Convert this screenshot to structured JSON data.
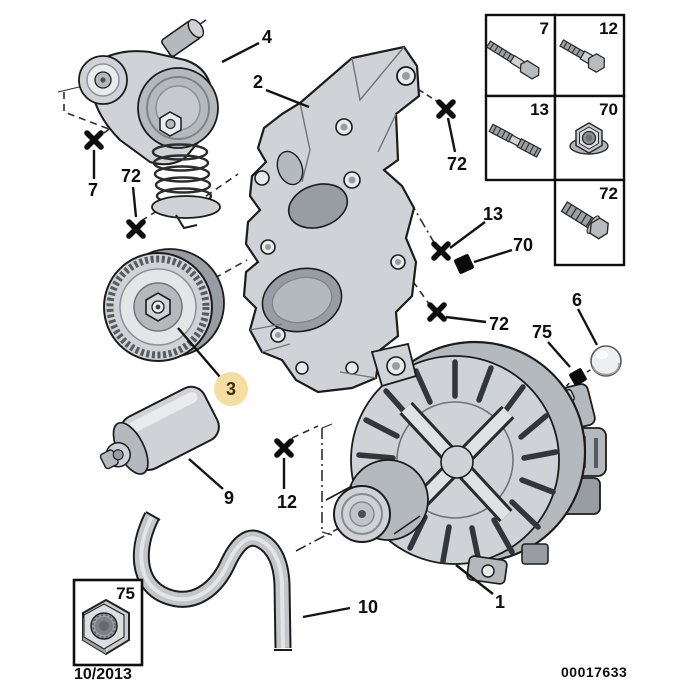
{
  "callouts": [
    {
      "label": "4",
      "part": "belt-tensioner"
    },
    {
      "label": "2",
      "part": "mounting-bracket"
    },
    {
      "label": "7",
      "part": "fixing-bolt"
    },
    {
      "label": "72",
      "part": "fixing-bolt"
    },
    {
      "label": "13",
      "part": "stud"
    },
    {
      "label": "70",
      "part": "flanged-nut"
    },
    {
      "label": "72",
      "part": "fixing-bolt"
    },
    {
      "label": "72",
      "part": "fixing-bolt"
    },
    {
      "label": "6",
      "part": "protective-cap"
    },
    {
      "label": "75",
      "part": "hex-nut"
    },
    {
      "label": "3",
      "part": "guide-pulley",
      "highlighted": true
    },
    {
      "label": "9",
      "part": "damper-cylinder"
    },
    {
      "label": "12",
      "part": "fixing-bolt"
    },
    {
      "label": "10",
      "part": "serpentine-belt"
    },
    {
      "label": "1",
      "part": "alternator"
    }
  ],
  "legend": {
    "cells": [
      {
        "label": "7",
        "item": "long-hex-bolt"
      },
      {
        "label": "12",
        "item": "hex-bolt"
      },
      {
        "label": "13",
        "item": "double-ended-stud"
      },
      {
        "label": "70",
        "item": "flanged-nut"
      },
      {
        "label": "72",
        "item": "short-hex-bolt"
      }
    ]
  },
  "stamp_box": {
    "label": "75",
    "item": "hex-nut"
  },
  "footer": {
    "date": "10/2013",
    "drawing_number": "00017633"
  },
  "highlight_color": "#F6DEA2"
}
